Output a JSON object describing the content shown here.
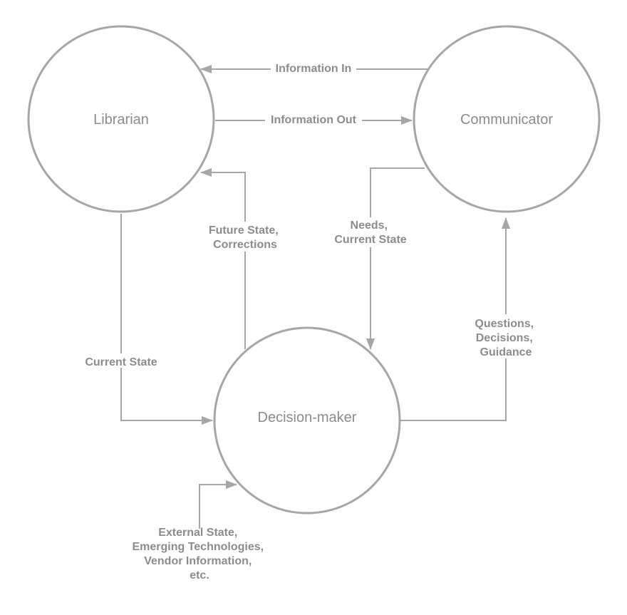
{
  "nodes": {
    "librarian": "Librarian",
    "communicator": "Communicator",
    "decision_maker": "Decision-maker"
  },
  "edges": {
    "information_in": "Information In",
    "information_out": "Information Out",
    "future_state": [
      "Future State,",
      "Corrections"
    ],
    "needs_current_state": [
      "Needs,",
      "Current State"
    ],
    "current_state": "Current State",
    "questions": [
      "Questions,",
      "Decisions,",
      "Guidance"
    ],
    "external": [
      "External State,",
      "Emerging Technologies,",
      "Vendor Information,",
      "etc."
    ]
  },
  "colors": {
    "stroke": "#a6a6a6",
    "text": "#8c8c8c",
    "background": "#ffffff"
  }
}
